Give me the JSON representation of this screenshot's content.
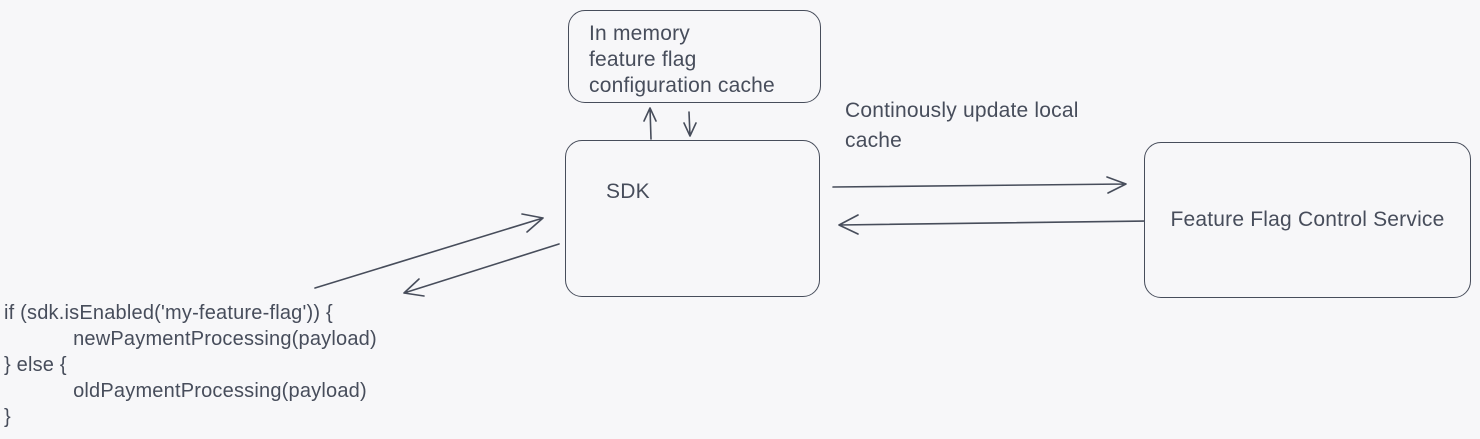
{
  "colors": {
    "background": "#f7f7f9",
    "stroke": "#474d5b",
    "text": "#474d5b"
  },
  "nodes": {
    "cache": {
      "lines": [
        "In memory",
        "feature flag",
        "configuration cache"
      ]
    },
    "sdk": {
      "label": "SDK"
    },
    "service": {
      "label": "Feature Flag Control Service"
    }
  },
  "annotation": {
    "lines": [
      "Continously update local",
      "cache"
    ]
  },
  "code": {
    "lines": [
      "if (sdk.isEnabled('my-feature-flag')) {",
      "\tnewPaymentProcessing(payload)",
      "} else {",
      "\toldPaymentProcessing(payload)",
      "}"
    ]
  },
  "arrows": [
    {
      "name": "sdk-to-cache",
      "direction": "up"
    },
    {
      "name": "cache-to-sdk",
      "direction": "down"
    },
    {
      "name": "sdk-to-service",
      "direction": "right"
    },
    {
      "name": "service-to-sdk",
      "direction": "left"
    },
    {
      "name": "code-to-sdk",
      "direction": "up-right"
    },
    {
      "name": "sdk-to-code",
      "direction": "down-left"
    }
  ]
}
